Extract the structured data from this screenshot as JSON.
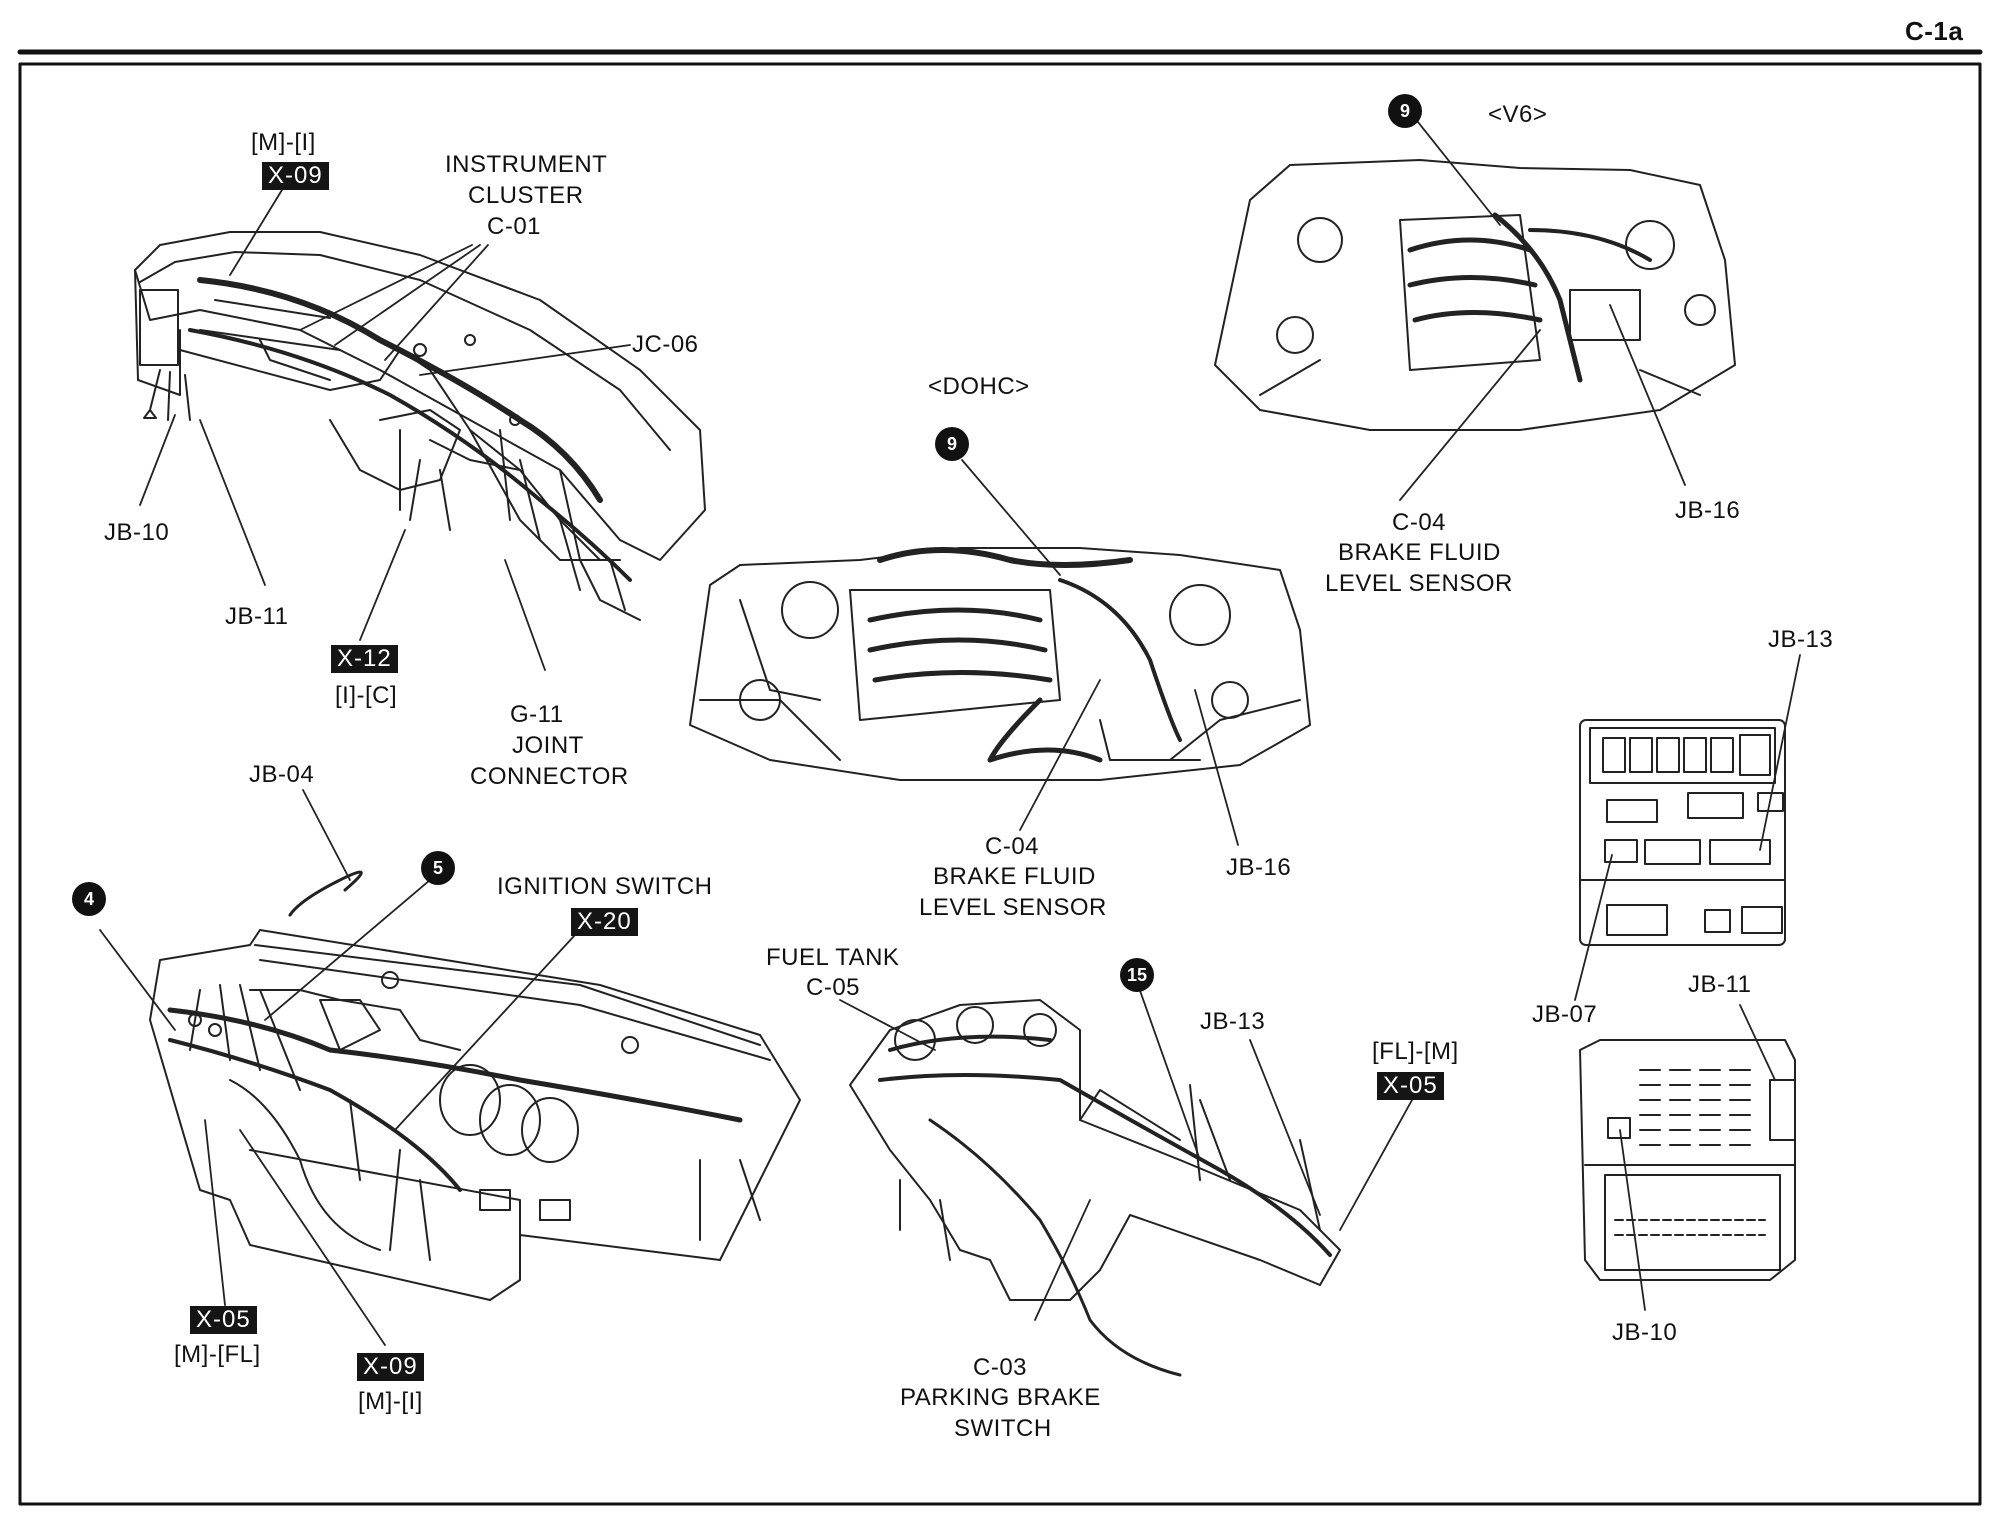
{
  "page_number": "C-1a",
  "views": {
    "v6": "<V6>",
    "dohc": "<DOHC>"
  },
  "callouts": {
    "c4": "4",
    "c5": "5",
    "c9_dohc": "9",
    "c9_v6": "9",
    "c15": "15"
  },
  "instrument_panel_top": {
    "m_i": "[M]-[I]",
    "x09": "X-09",
    "instrument_cluster": [
      "INSTRUMENT",
      "CLUSTER",
      "C-01"
    ],
    "jc06": "JC-06",
    "jb10": "JB-10",
    "jb11": "JB-11",
    "x12": "X-12",
    "i_c": "[I]-[C]",
    "g11": [
      "G-11",
      "JOINT",
      "CONNECTOR"
    ]
  },
  "instrument_panel_bottom": {
    "jb04": "JB-04",
    "ignition_switch": "IGNITION SWITCH",
    "x20": "X-20",
    "x05": "X-05",
    "m_fl": "[M]-[FL]",
    "x09": "X-09",
    "m_i": "[M]-[I]"
  },
  "dohc_engine": {
    "c04": [
      "C-04",
      "BRAKE FLUID",
      "LEVEL SENSOR"
    ],
    "jb16": "JB-16"
  },
  "v6_engine": {
    "c04": [
      "C-04",
      "BRAKE FLUID",
      "LEVEL SENSOR"
    ],
    "jb16": "JB-16"
  },
  "floor": {
    "fuel_tank": [
      "FUEL TANK",
      "C-05"
    ],
    "jb13": "JB-13",
    "fl_m": "[FL]-[M]",
    "x05": "X-05",
    "c03": [
      "C-03",
      "PARKING BRAKE",
      "SWITCH"
    ]
  },
  "junction_blocks": {
    "jb13": "JB-13",
    "jb07": "JB-07",
    "jb11": "JB-11",
    "jb10": "JB-10"
  }
}
